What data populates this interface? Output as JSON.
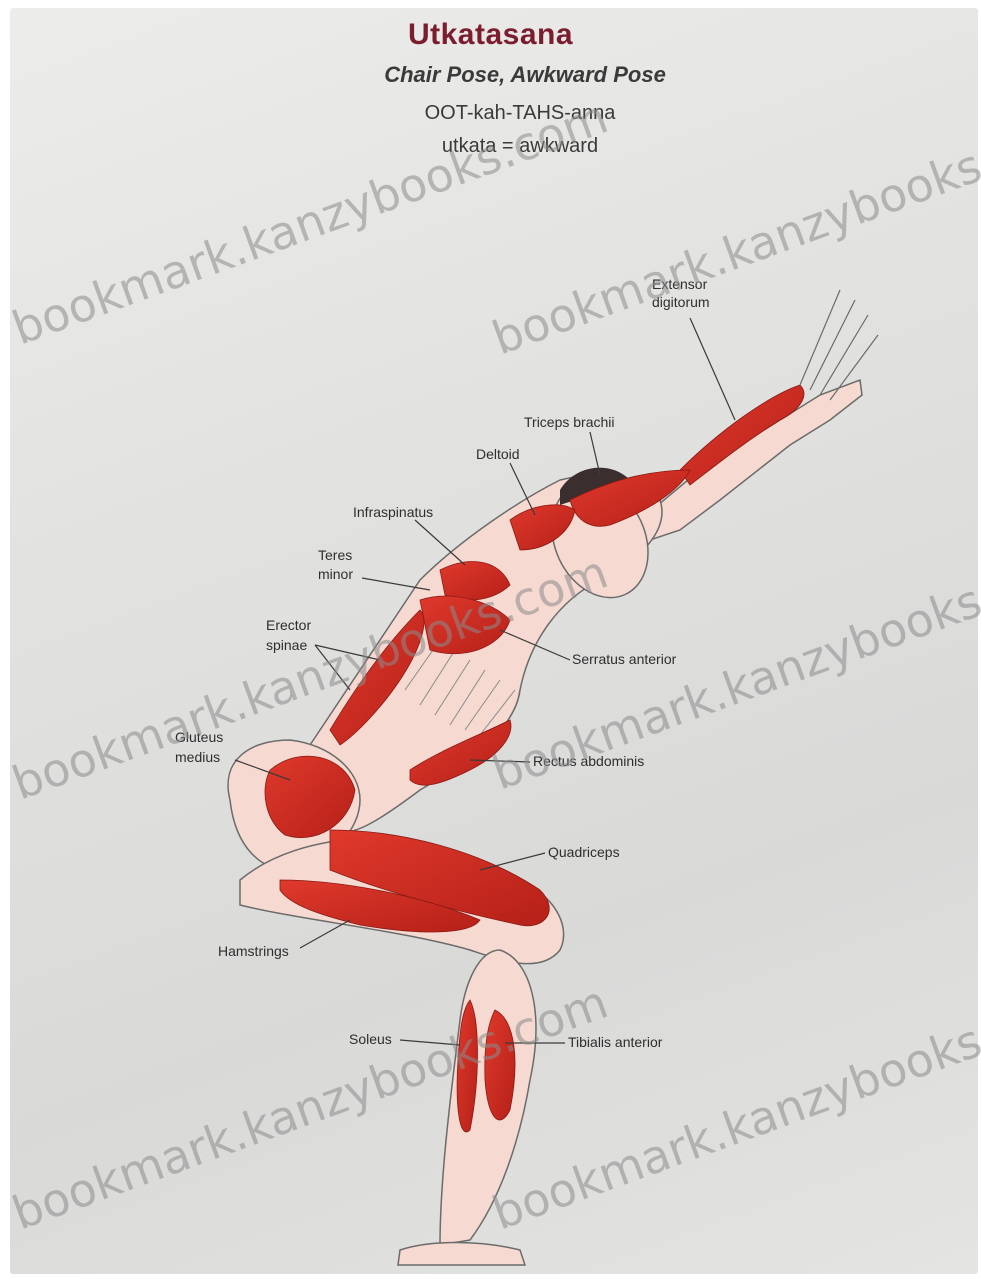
{
  "title": "Utkatasana",
  "subtitle": "Chair Pose, Awkward Pose",
  "pronunciation": "OOT-kah-TAHS-anna",
  "etymology": "utkata = awkward",
  "watermark": "bookmark.kanzybooks.com",
  "labels": {
    "extensor_digitorum": [
      "Extensor",
      "digitorum"
    ],
    "triceps_brachii": "Triceps brachii",
    "deltoid": "Deltoid",
    "infraspinatus": "Infraspinatus",
    "teres_minor": [
      "Teres",
      "minor"
    ],
    "erector_spinae": [
      "Erector",
      "spinae"
    ],
    "serratus_anterior": "Serratus anterior",
    "gluteus_medius": [
      "Gluteus",
      "medius"
    ],
    "rectus_abdominis": "Rectus abdominis",
    "quadriceps": "Quadriceps",
    "hamstrings": "Hamstrings",
    "soleus": "Soleus",
    "tibialis_anterior": "Tibialis anterior"
  },
  "colors": {
    "title": "#7c1d2e",
    "muscle": "#d42b22",
    "muscle_dark": "#a81d18",
    "skin": "#f3c8bd",
    "outline": "#6b6b6b",
    "bone": "#f4e9c4"
  }
}
